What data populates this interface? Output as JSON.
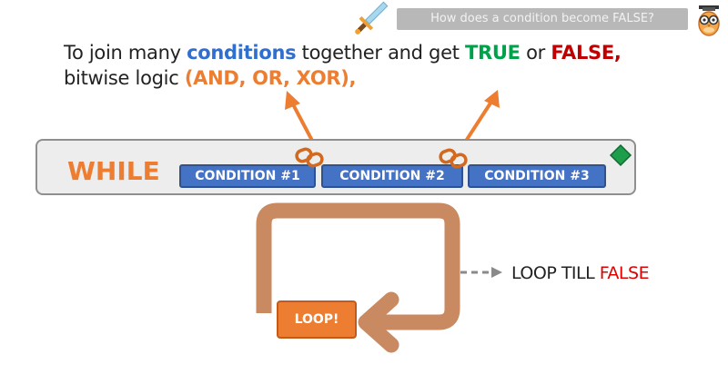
{
  "header": {
    "question": "How does a condition become FALSE?"
  },
  "headline": {
    "line1_prefix": "To join many ",
    "line1_conditions": "conditions",
    "line1_middle": " together and get ",
    "line1_true": "TRUE",
    "line1_or": " or ",
    "line1_false": "FALSE,",
    "line2_prefix": "bitwise logic ",
    "line2_ops": "(AND, OR, XOR),"
  },
  "while_block": {
    "keyword": "WHILE",
    "conditions": [
      "CONDITION #1",
      "CONDITION #2",
      "CONDITION #3"
    ]
  },
  "loop": {
    "button_label": "LOOP!",
    "note_prefix": "LOOP TILL ",
    "note_false": "FALSE"
  },
  "icons": [
    "sword-icon",
    "owl-mascot-icon",
    "chain-link-icon",
    "diamond-icon"
  ],
  "colors": {
    "accent_orange": "#ed7d31",
    "condition_blue": "#4472c4",
    "true_green": "#00a14b",
    "false_red": "#c00000",
    "loop_brown": "#c98a62",
    "diamond_green": "#1e9e4a"
  }
}
